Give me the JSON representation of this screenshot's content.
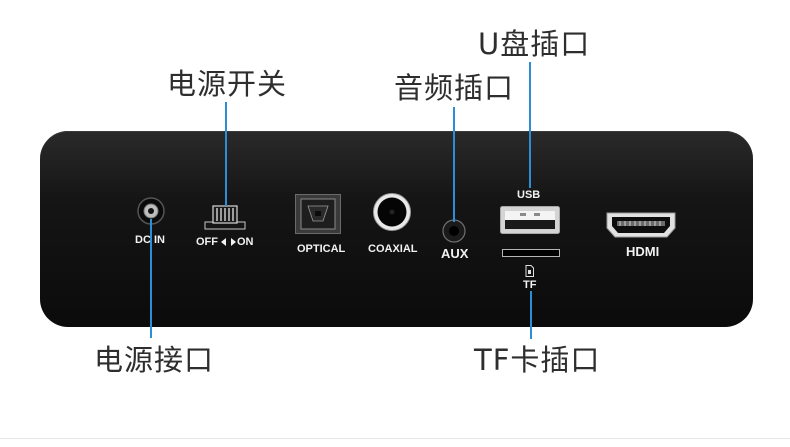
{
  "callouts": {
    "power_switch": "电源开关",
    "audio_port": "音频插口",
    "usb_port": "U盘插口",
    "power_port": "电源接口",
    "tf_port": "TF卡插口"
  },
  "ports": {
    "dc_in": "DC IN",
    "switch_off": "OFF",
    "switch_on": "ON",
    "optical": "OPTICAL",
    "coaxial": "COAXIAL",
    "aux": "AUX",
    "usb": "USB",
    "tf": "TF",
    "hdmi": "HDMI"
  },
  "colors": {
    "leader_line": "#2b8fd6",
    "panel": "#111111",
    "label_text": "#2e2e2e"
  }
}
